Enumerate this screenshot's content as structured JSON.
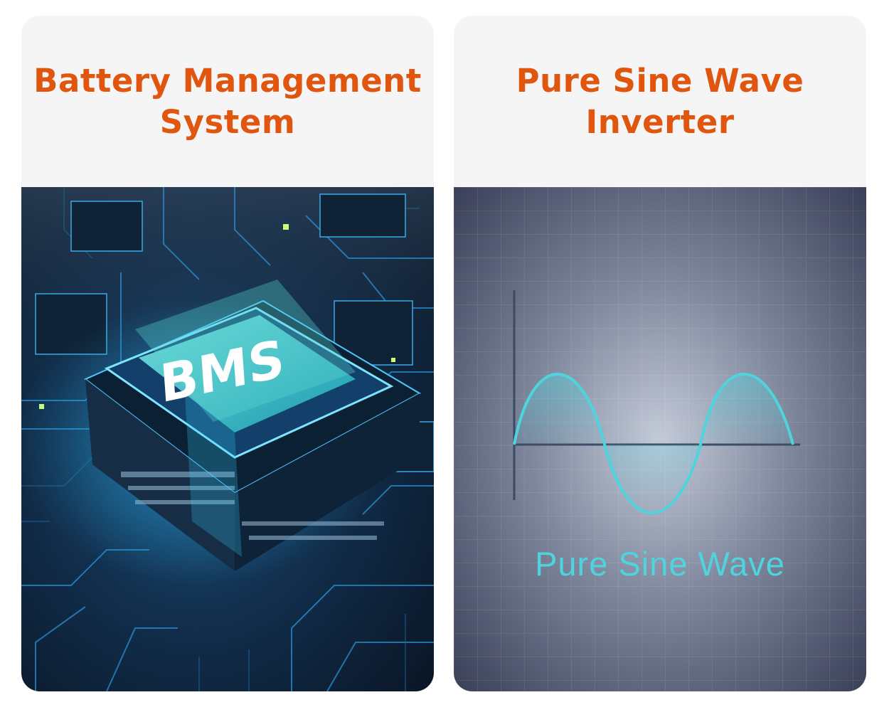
{
  "left_card": {
    "title_line1": "Battery Management",
    "title_line2": "System",
    "chip_label": "BMS",
    "accent_color": "#e0560f",
    "glow_color": "#3fd8e0"
  },
  "right_card": {
    "title_line1": "Pure Sine Wave",
    "title_line2": "Inverter",
    "wave_label": "Pure Sine Wave",
    "accent_color": "#e0560f",
    "wave_color": "#4fd3dc"
  }
}
